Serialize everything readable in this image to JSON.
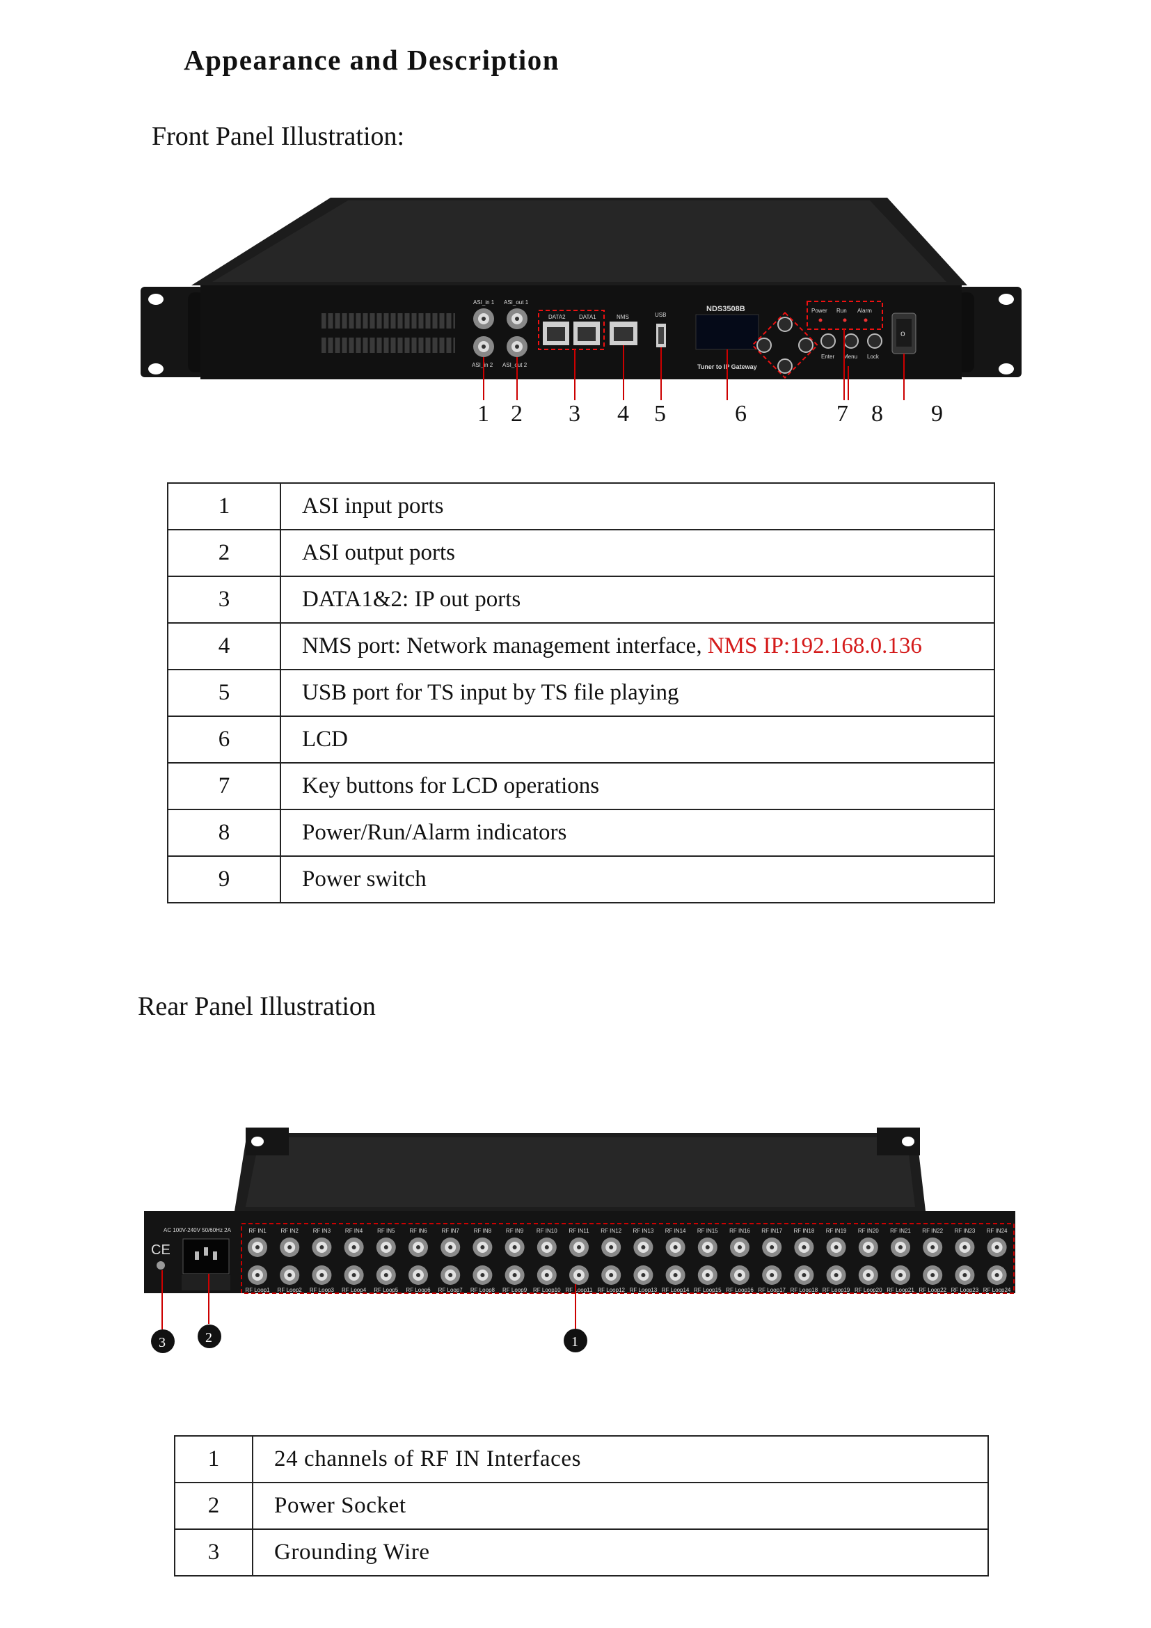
{
  "title": "Appearance and Description",
  "front": {
    "heading": "Front Panel Illustration:",
    "panel": {
      "model": "NDS3508B",
      "subtitle": "Tuner to IP Gateway",
      "asi_in1": "ASI_in 1",
      "asi_out1": "ASI_out 1",
      "asi_in2": "ASI_in 2",
      "asi_out2": "ASI_out 2",
      "data2": "DATA2",
      "data1": "DATA1",
      "nms": "NMS",
      "usb": "USB",
      "power": "Power",
      "run": "Run",
      "alarm": "Alarm",
      "enter": "Enter",
      "menu": "Menu",
      "lock": "Lock"
    },
    "callouts": [
      "1",
      "2",
      "3",
      "4",
      "5",
      "6",
      "7",
      "8",
      "9"
    ],
    "table": [
      {
        "num": "1",
        "desc": "ASI input ports"
      },
      {
        "num": "2",
        "desc": "ASI output ports"
      },
      {
        "num": "3",
        "desc": "DATA1&2: IP out ports"
      },
      {
        "num": "4",
        "desc": "NMS port: Network management interface, ",
        "highlight": "NMS IP:192.168.0.136"
      },
      {
        "num": "5",
        "desc": "USB port for TS input by TS file playing"
      },
      {
        "num": "6",
        "desc": "LCD"
      },
      {
        "num": "7",
        "desc": "Key buttons for LCD operations"
      },
      {
        "num": "8",
        "desc": "Power/Run/Alarm indicators"
      },
      {
        "num": "9",
        "desc": "Power switch"
      }
    ]
  },
  "rear": {
    "heading": "Rear Panel Illustration",
    "panel": {
      "power_label": "AC 100V-240V 50/60Hz 2A",
      "ce_mark": "CE",
      "rf_in_labels": [
        "RF IN1",
        "RF IN2",
        "RF IN3",
        "RF IN4",
        "RF IN5",
        "RF IN6",
        "RF IN7",
        "RF IN8",
        "RF IN9",
        "RF IN10",
        "RF IN11",
        "RF IN12",
        "RF IN13",
        "RF IN14",
        "RF IN15",
        "RF IN16",
        "RF IN17",
        "RF IN18",
        "RF IN19",
        "RF IN20",
        "RF IN21",
        "RF IN22",
        "RF IN23",
        "RF IN24"
      ],
      "rf_loop_labels": [
        "RF Loop1",
        "RF Loop2",
        "RF Loop3",
        "RF Loop4",
        "RF Loop5",
        "RF Loop6",
        "RF Loop7",
        "RF Loop8",
        "RF Loop9",
        "RF Loop10",
        "RF Loop11",
        "RF Loop12",
        "RF Loop13",
        "RF Loop14",
        "RF Loop15",
        "RF Loop16",
        "RF Loop17",
        "RF Loop18",
        "RF Loop19",
        "RF Loop20",
        "RF Loop21",
        "RF Loop22",
        "RF Loop23",
        "RF Loop24"
      ]
    },
    "callouts": [
      "3",
      "2",
      "1"
    ],
    "table": [
      {
        "num": "1",
        "desc": "24 channels of RF IN Interfaces"
      },
      {
        "num": "2",
        "desc": "Power Socket"
      },
      {
        "num": "3",
        "desc": "Grounding Wire"
      }
    ]
  }
}
